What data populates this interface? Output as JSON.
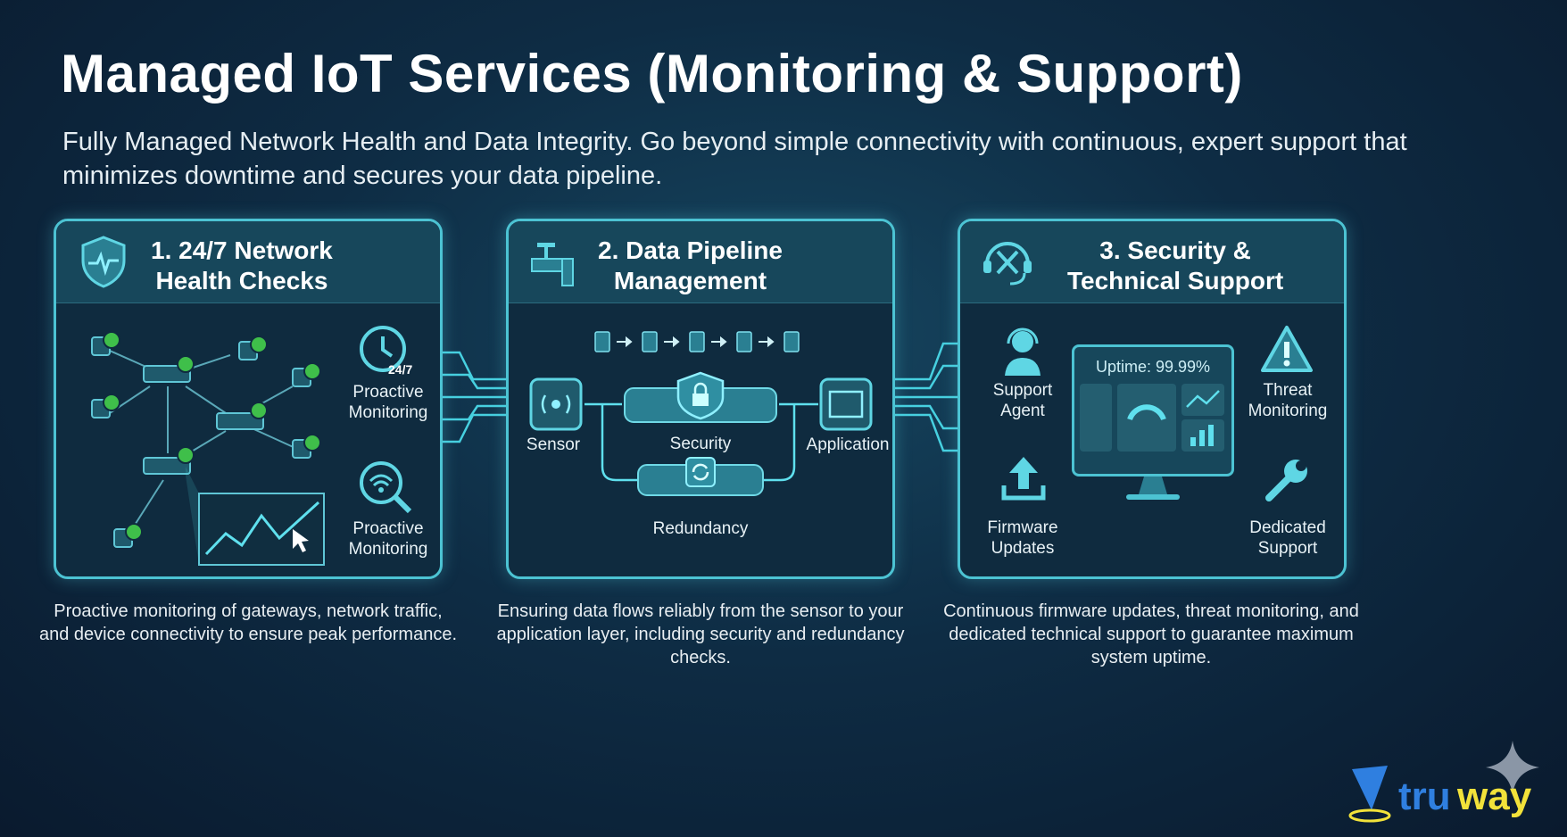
{
  "title": "Managed IoT Services (Monitoring & Support)",
  "subtitle": "Fully Managed Network Health and Data Integrity. Go beyond simple connectivity with continuous, expert support that minimizes downtime and secures your data pipeline.",
  "panels": [
    {
      "title_line1": "1. 24/7 Network",
      "title_line2": "Health Checks",
      "icon": "shield-heartbeat-icon",
      "labels": [
        "Proactive Monitoring",
        "Proactive Monitoring"
      ],
      "clock_text": "24/7",
      "description": "Proactive monitoring of gateways, network traffic, and device connectivity to ensure peak performance."
    },
    {
      "title_line1": "2. Data Pipeline",
      "title_line2": "Management",
      "icon": "pipe-valve-icon",
      "labels": {
        "sensor": "Sensor",
        "security": "Security",
        "application": "Application",
        "redundancy": "Redundancy"
      },
      "description": "Ensuring data flows reliably from the sensor to your application layer, including security and redundancy checks."
    },
    {
      "title_line1": "3. Security &",
      "title_line2": "Technical Support",
      "icon": "headset-tools-icon",
      "labels": {
        "support": "Support Agent",
        "firmware": "Firmware Updates",
        "threat": "Threat Monitoring",
        "dedicated": "Dedicated Support"
      },
      "uptime": "Uptime: 99.99%",
      "description": "Continuous firmware updates, threat monitoring, and dedicated technical support to guarantee maximum system uptime."
    }
  ],
  "logo": {
    "text_a": "tru",
    "text_b": "way"
  },
  "colors": {
    "accent": "#4cc3d3",
    "check": "#3fbf4a",
    "logo_blue": "#2f7fe0",
    "logo_yellow": "#f2e23a"
  }
}
